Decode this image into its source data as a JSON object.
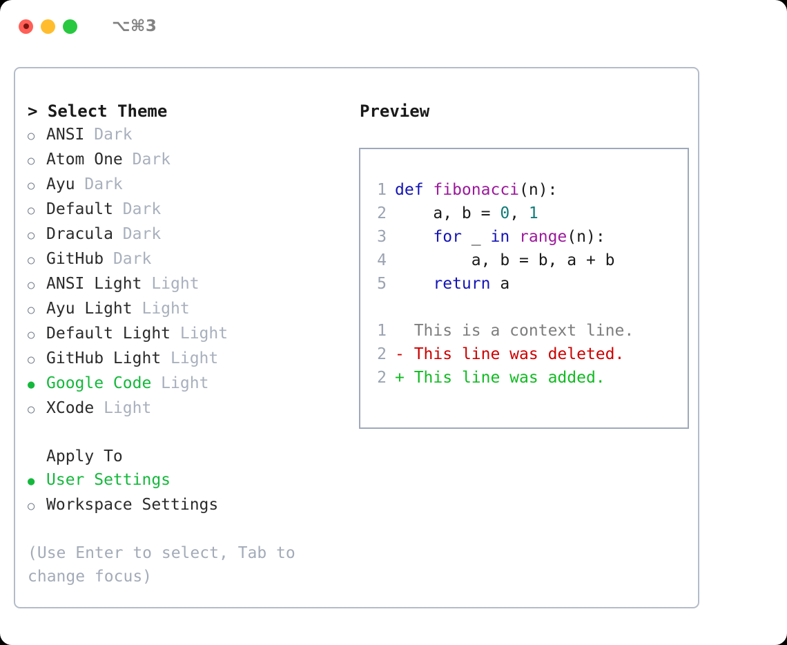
{
  "titlebar": {
    "shortcut": "⌥⌘3",
    "buttons": [
      {
        "name": "close",
        "color": "#ff5f56"
      },
      {
        "name": "minimize",
        "color": "#ffbd2e"
      },
      {
        "name": "maximize",
        "color": "#28c840"
      }
    ]
  },
  "theme_picker": {
    "heading_prefix": "> ",
    "heading": "Select Theme",
    "bullet_unselected": "○",
    "bullet_selected": "●",
    "items": [
      {
        "name": "ANSI",
        "variant": "Dark",
        "selected": false
      },
      {
        "name": "Atom One",
        "variant": "Dark",
        "selected": false
      },
      {
        "name": "Ayu",
        "variant": "Dark",
        "selected": false
      },
      {
        "name": "Default",
        "variant": "Dark",
        "selected": false
      },
      {
        "name": "Dracula",
        "variant": "Dark",
        "selected": false
      },
      {
        "name": "GitHub",
        "variant": "Dark",
        "selected": false
      },
      {
        "name": "ANSI Light",
        "variant": "Light",
        "selected": false
      },
      {
        "name": "Ayu Light",
        "variant": "Light",
        "selected": false
      },
      {
        "name": "Default Light",
        "variant": "Light",
        "selected": false
      },
      {
        "name": "GitHub Light",
        "variant": "Light",
        "selected": false
      },
      {
        "name": "Google Code",
        "variant": "Light",
        "selected": true
      },
      {
        "name": "XCode",
        "variant": "Light",
        "selected": false
      }
    ]
  },
  "apply_to": {
    "heading": "Apply To",
    "items": [
      {
        "name": "User Settings",
        "selected": true
      },
      {
        "name": "Workspace Settings",
        "selected": false
      }
    ]
  },
  "hint": "(Use Enter to select, Tab to change focus)",
  "preview": {
    "title": "Preview",
    "code_lines": [
      {
        "num": "1",
        "tokens": [
          {
            "t": "def ",
            "c": "kw"
          },
          {
            "t": "fibonacci",
            "c": "fn"
          },
          {
            "t": "(n):",
            "c": "txt"
          }
        ]
      },
      {
        "num": "2",
        "tokens": [
          {
            "t": "    a, b = ",
            "c": "txt"
          },
          {
            "t": "0",
            "c": "num"
          },
          {
            "t": ", ",
            "c": "txt"
          },
          {
            "t": "1",
            "c": "num"
          }
        ]
      },
      {
        "num": "3",
        "tokens": [
          {
            "t": "    for ",
            "c": "kw"
          },
          {
            "t": "_ ",
            "c": "txt"
          },
          {
            "t": "in ",
            "c": "kw"
          },
          {
            "t": "range",
            "c": "fn"
          },
          {
            "t": "(n):",
            "c": "txt"
          }
        ]
      },
      {
        "num": "4",
        "tokens": [
          {
            "t": "        a, b = b, a + b",
            "c": "txt"
          }
        ]
      },
      {
        "num": "5",
        "tokens": [
          {
            "t": "    return ",
            "c": "kw"
          },
          {
            "t": "a",
            "c": "txt"
          }
        ]
      }
    ],
    "diff_lines": [
      {
        "num": "1",
        "marker": "  ",
        "text": "This is a context line.",
        "kind": "ctx"
      },
      {
        "num": "2",
        "marker": "- ",
        "text": "This line was deleted.",
        "kind": "del"
      },
      {
        "num": "2",
        "marker": "+ ",
        "text": "This line was added.",
        "kind": "add"
      }
    ]
  },
  "colors": {
    "selected_green": "#15b83c",
    "muted": "#a8b0bd",
    "keyword": "#1414b4",
    "function": "#9b1a9b",
    "number": "#0f7b77",
    "diff_deleted": "#cc0000",
    "diff_added": "#11bb22",
    "border": "#b3bcc8"
  }
}
